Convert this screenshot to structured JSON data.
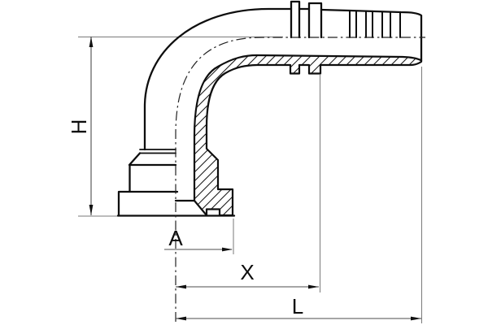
{
  "drawing": {
    "type": "technical-section-drawing",
    "subject": "90-degree flange elbow hose fitting"
  },
  "labels": {
    "h": "H",
    "a": "A",
    "x": "X",
    "l": "L"
  },
  "colors": {
    "background": "#ffffff",
    "object_line": "#0e0e0e",
    "centerline": "#222222",
    "dimension_line": "#4d4d4d",
    "extension_line": "#7a7a7a",
    "label_text": "#0d0d0d"
  }
}
